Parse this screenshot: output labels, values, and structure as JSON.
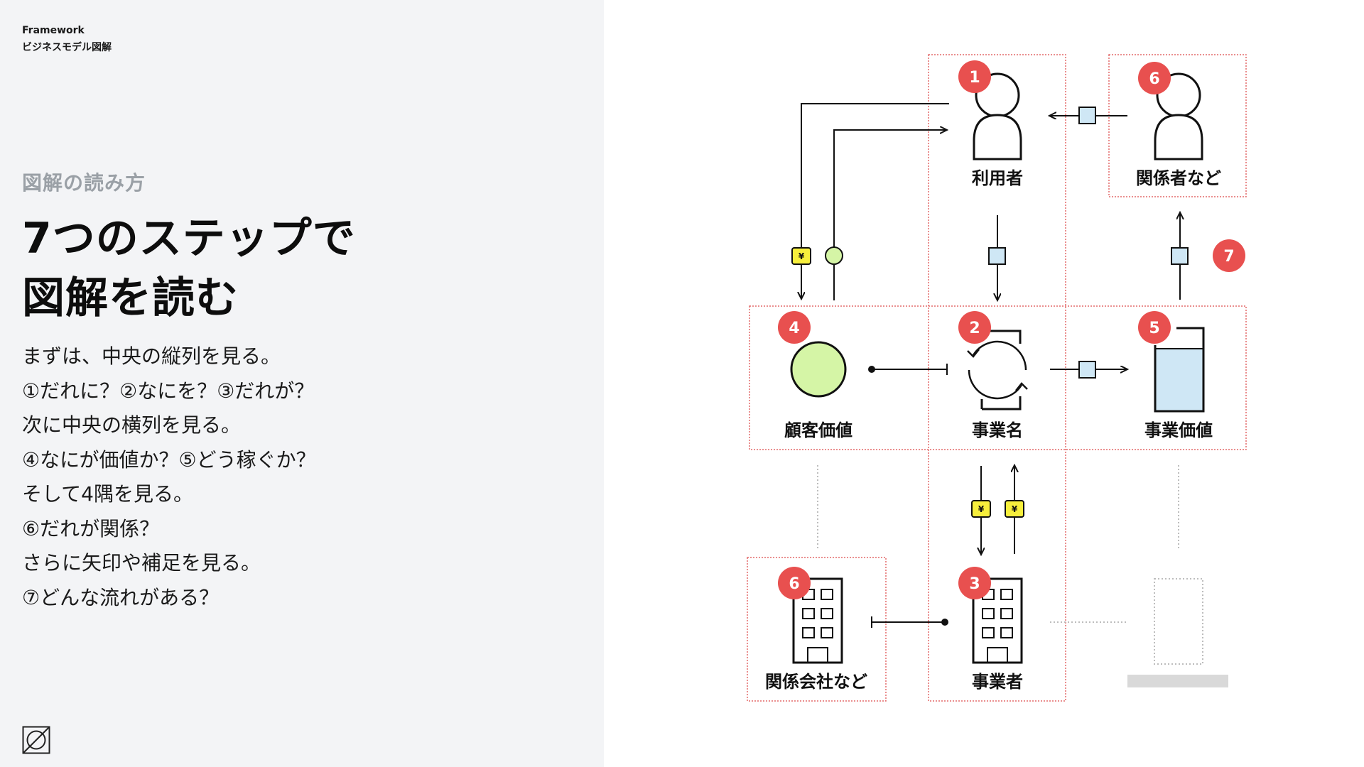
{
  "header": {
    "line1": "Framework",
    "line2": "ビジネスモデル図解"
  },
  "section": {
    "subtitle": "図解の読み方",
    "title_lines": [
      "7つのステップで",
      "図解を読む"
    ],
    "body_lines": [
      "まずは、中央の縦列を見る。",
      "①だれに？②なにを？③だれが？",
      "次に中央の横列を見る。",
      "④なにが価値か？⑤どう稼ぐか？",
      "そして4隅を見る。",
      "⑥だれが関係？",
      "さらに矢印や補足を見る。",
      "⑦どんな流れがある？"
    ]
  },
  "logo_icon": "diagonal-square-logo-icon",
  "diagram": {
    "nodes": {
      "user": {
        "label": "利用者",
        "badge": "1",
        "icon": "person-icon"
      },
      "stakeholder_top": {
        "label": "関係者など",
        "badge": "6",
        "icon": "person-icon"
      },
      "customer_value": {
        "label": "顧客価値",
        "badge": "4",
        "icon": "circle-icon"
      },
      "business_name": {
        "label": "事業名",
        "badge": "2",
        "icon": "cycle-icon"
      },
      "business_value": {
        "label": "事業価値",
        "badge": "5",
        "icon": "beaker-icon"
      },
      "related_company": {
        "label": "関係会社など",
        "badge": "6",
        "icon": "building-icon"
      },
      "operator": {
        "label": "事業者",
        "badge": "3",
        "icon": "building-icon"
      }
    },
    "flow_badge": "7",
    "yen_symbol": "¥",
    "colors": {
      "badge": "#e8504f",
      "frame": "#e36a6a",
      "value_circle": "#d5f5a6",
      "item_square": "#cfe7f5",
      "yen_tag": "#f7ef3c",
      "placeholder": "#cfcfcf"
    }
  }
}
